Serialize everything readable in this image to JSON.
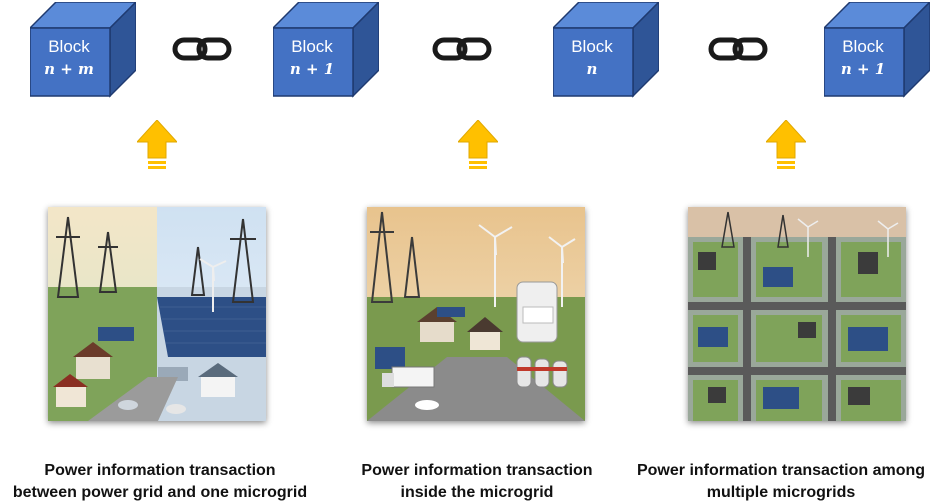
{
  "blocks": [
    {
      "label": "Block",
      "index": "n + m"
    },
    {
      "label": "Block",
      "index": "n + 1"
    },
    {
      "label": "Block",
      "index": "n"
    },
    {
      "label": "Block",
      "index": "n + 1"
    }
  ],
  "captions": [
    {
      "line1": "Power information transaction",
      "line2": "between power grid and one microgrid"
    },
    {
      "line1": "Power information transaction",
      "line2": "inside the microgrid"
    },
    {
      "line1": "Power information transaction among",
      "line2": "multiple microgrids"
    }
  ],
  "icons": {
    "chain": "chain-link-icon",
    "arrow": "up-arrow-icon"
  },
  "colors": {
    "block_front": "#4472C4",
    "block_top": "#5B8BD9",
    "block_side": "#2F5597",
    "block_edge": "#1F3A70",
    "arrow": "#FFC000",
    "chain": "#1a1a1a"
  }
}
